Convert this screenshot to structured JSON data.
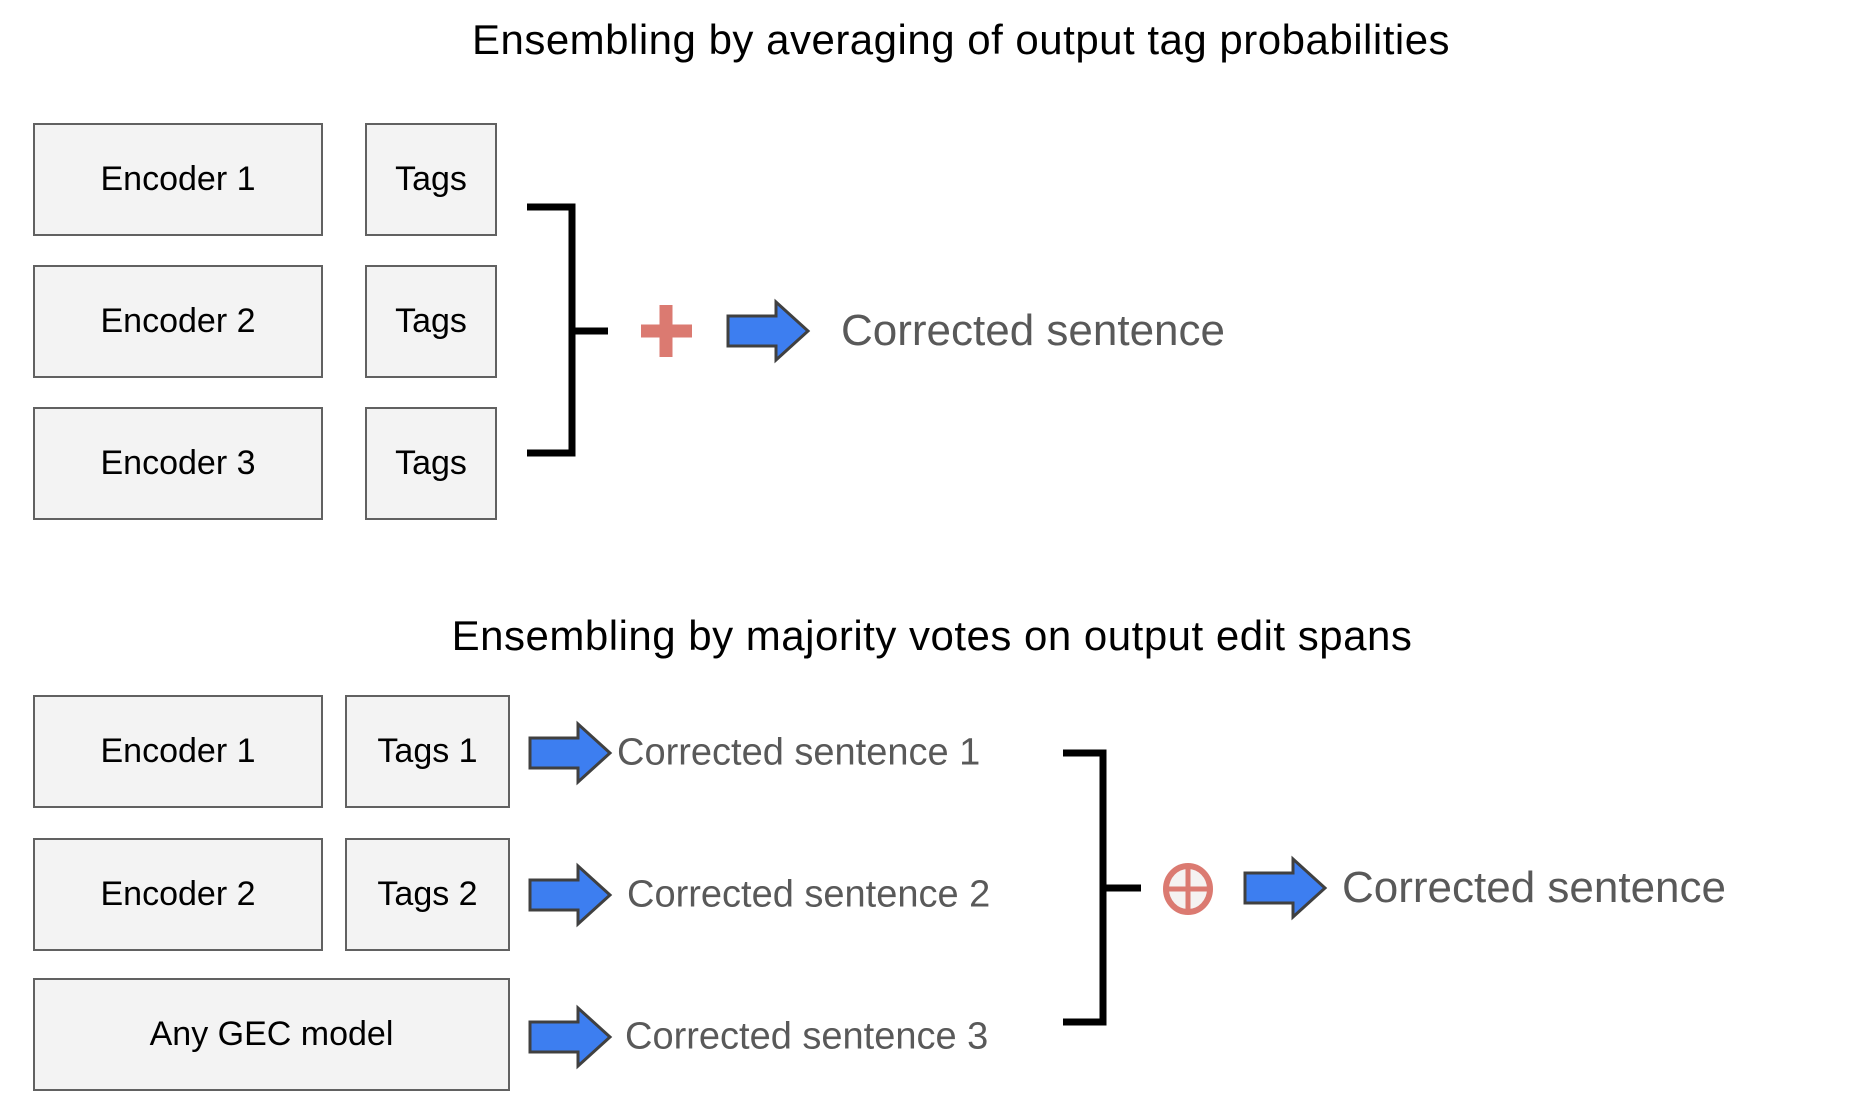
{
  "colors": {
    "background": "#ffffff",
    "box_fill": "#f3f3f3",
    "box_border": "#616161",
    "arrow_blue": "#3d7ef0",
    "arrow_border": "#404040",
    "accent_salmon": "#db7a71",
    "merge_circle_fill": "#f5f2f1",
    "connector_black": "#000000",
    "label_gray": "#595959",
    "text_black": "#000000"
  },
  "section_averaging": {
    "title": "Ensembling by averaging of output tag probabilities",
    "encoders": [
      "Encoder 1",
      "Encoder 2",
      "Encoder 3"
    ],
    "tags_labels": [
      "Tags",
      "Tags",
      "Tags"
    ],
    "plus_symbol": "+",
    "output_label": "Corrected sentence"
  },
  "section_voting": {
    "title": "Ensembling by majority votes on output edit spans",
    "encoders": [
      "Encoder 1",
      "Encoder 2"
    ],
    "tags_labels": [
      "Tags 1",
      "Tags 2"
    ],
    "gec_box_label": "Any GEC model",
    "outputs": [
      "Corrected sentence 1",
      "Corrected sentence 2",
      "Corrected sentence 3"
    ],
    "merge_symbol": "⊕",
    "output_label": "Corrected sentence"
  }
}
